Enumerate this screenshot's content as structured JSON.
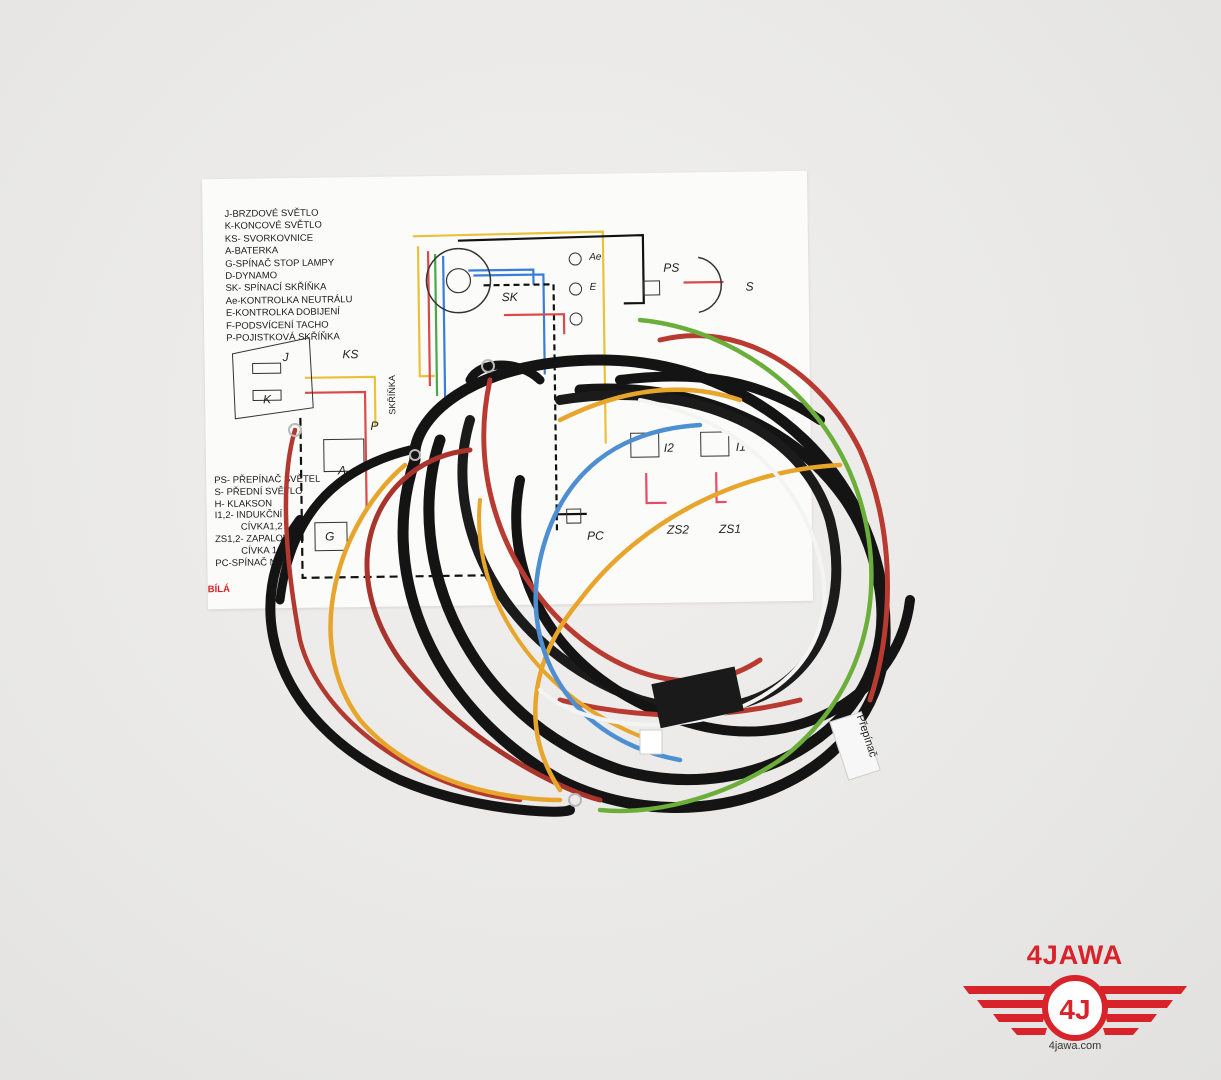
{
  "diagram_legend_top": [
    "J-BRZDOVÉ SVĚTLO",
    "K-KONCOVÉ SVĚTLO",
    "KS- SVORKOVNICE",
    "A-BATERKA",
    "G-SPÍNAČ STOP LAMPY",
    "D-DYNAMO",
    "SK- SPÍNACÍ SKŘÍŇKA",
    "Ae-KONTROLKA NEUTRÁLU",
    "E-KONTROLKA DOBIJENÍ",
    "F-PODSVÍCENÍ TACHO",
    "P-POJISTKOVÁ SKŘÍŇKA"
  ],
  "diagram_legend_bottom": [
    "PS- PŘEPÍNAČ SVĚTEL",
    "S- PŘEDNÍ SVĚTLO",
    "H- KLAKSON",
    "I1,2- INDUKČNÍ",
    "CÍVKA1,2",
    "ZS1,2- ZAPALOVACÍ",
    "CÍVKA 1,2",
    "PC-SPÍNAČ NEU"
  ],
  "diagram_wire_label": "BÍLÁ",
  "diagram_component_labels": {
    "a": "A",
    "g": "G",
    "p": "P",
    "sk": "SK",
    "ks": "KS",
    "j": "J",
    "k": "K",
    "ps": "PS",
    "s": "S",
    "pc": "PC",
    "i1": "I1",
    "i2": "I2",
    "zs1": "ZS1",
    "zs2": "ZS2",
    "ae": "Ae",
    "e": "E",
    "skrinka": "SKŘÍŇKA"
  },
  "wire_tag": "Přepínač",
  "brand": {
    "name": "4JAWA",
    "emblem": "4J",
    "website": "4jawa.com",
    "color": "#d8232a"
  },
  "wire_colors": {
    "black": "#141414",
    "red": "#b83a30",
    "yellow": "#e8a52b",
    "blue": "#4d8fd1",
    "green": "#6cae3a",
    "white": "#efefef"
  }
}
